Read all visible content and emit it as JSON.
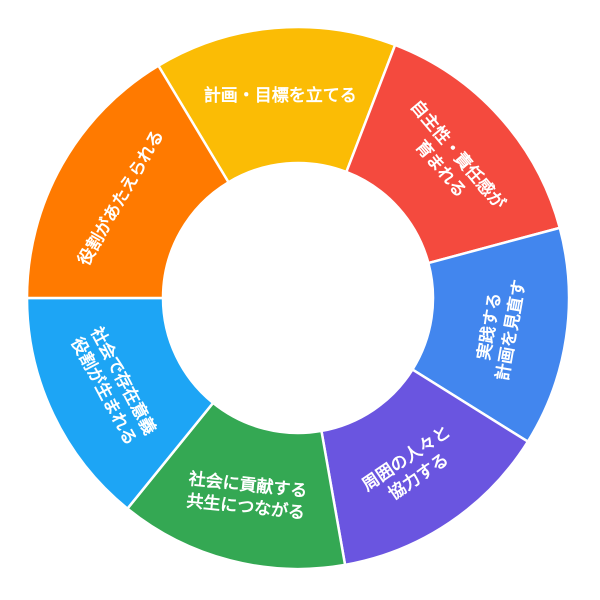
{
  "diagram": {
    "segments": [
      {
        "lines": [
          "計画・目標を立てる"
        ],
        "color": "#FBBC05",
        "start": -31,
        "end": 21,
        "rotate": 0
      },
      {
        "lines": [
          "自主性・責任感が",
          "育まれる"
        ],
        "color": "#F44A3E",
        "start": 21,
        "end": 75,
        "rotate": 50
      },
      {
        "lines": [
          "実践する",
          "計画を見直す"
        ],
        "color": "#4286EE",
        "start": 75,
        "end": 122,
        "rotate": -80
      },
      {
        "lines": [
          "周囲の人々と",
          "協力する"
        ],
        "color": "#6A55E0",
        "start": 122,
        "end": 170,
        "rotate": -34
      },
      {
        "lines": [
          "社会に貢献する",
          "共生につながる"
        ],
        "color": "#34A853",
        "start": 170,
        "end": 219,
        "rotate": 6
      },
      {
        "lines": [
          "社会で存在意義",
          "役割が生まれる"
        ],
        "color": "#1DA5F5",
        "start": 219,
        "end": 270,
        "rotate": 62
      },
      {
        "lines": [
          "役割があたえられる"
        ],
        "color": "#FF7A00",
        "start": 270,
        "end": 329,
        "rotate": -60
      }
    ]
  }
}
